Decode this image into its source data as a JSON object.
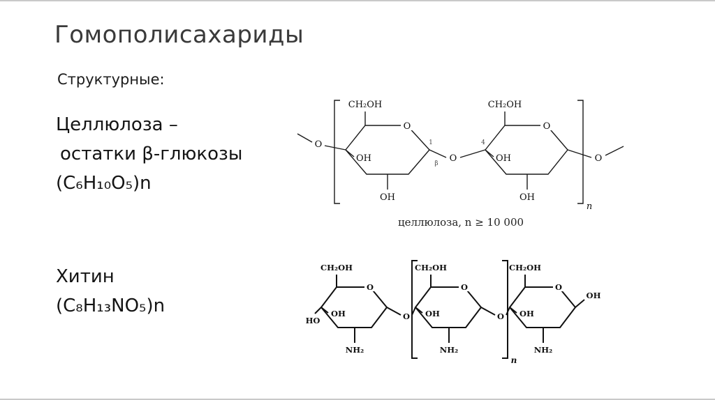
{
  "slide": {
    "title": "Гомополисахариды",
    "subtitle": "Структурные:",
    "cellulose": {
      "line1": "Целлюлоза –",
      "line2": "остатки β-глюкозы",
      "formula": "(C₆H₁₀O₅)n"
    },
    "chitin": {
      "line1": "Хитин",
      "formula": "(C₈H₁₃NO₅)n"
    }
  },
  "cellulose_diagram": {
    "ch2oh": "CH₂OH",
    "ring_o": "O",
    "oh": "OH",
    "link_o": "O",
    "beta": "β",
    "num1": "1",
    "num4": "4",
    "n": "n",
    "caption": "целлюлоза, n ≥ 10 000"
  },
  "chitin_diagram": {
    "ch2oh": "CH₂OH",
    "ring_o": "O",
    "oh": "OH",
    "nh2": "NH₂",
    "link_o": "O",
    "ho": "HO",
    "end_oh": "OH",
    "n": "n"
  }
}
